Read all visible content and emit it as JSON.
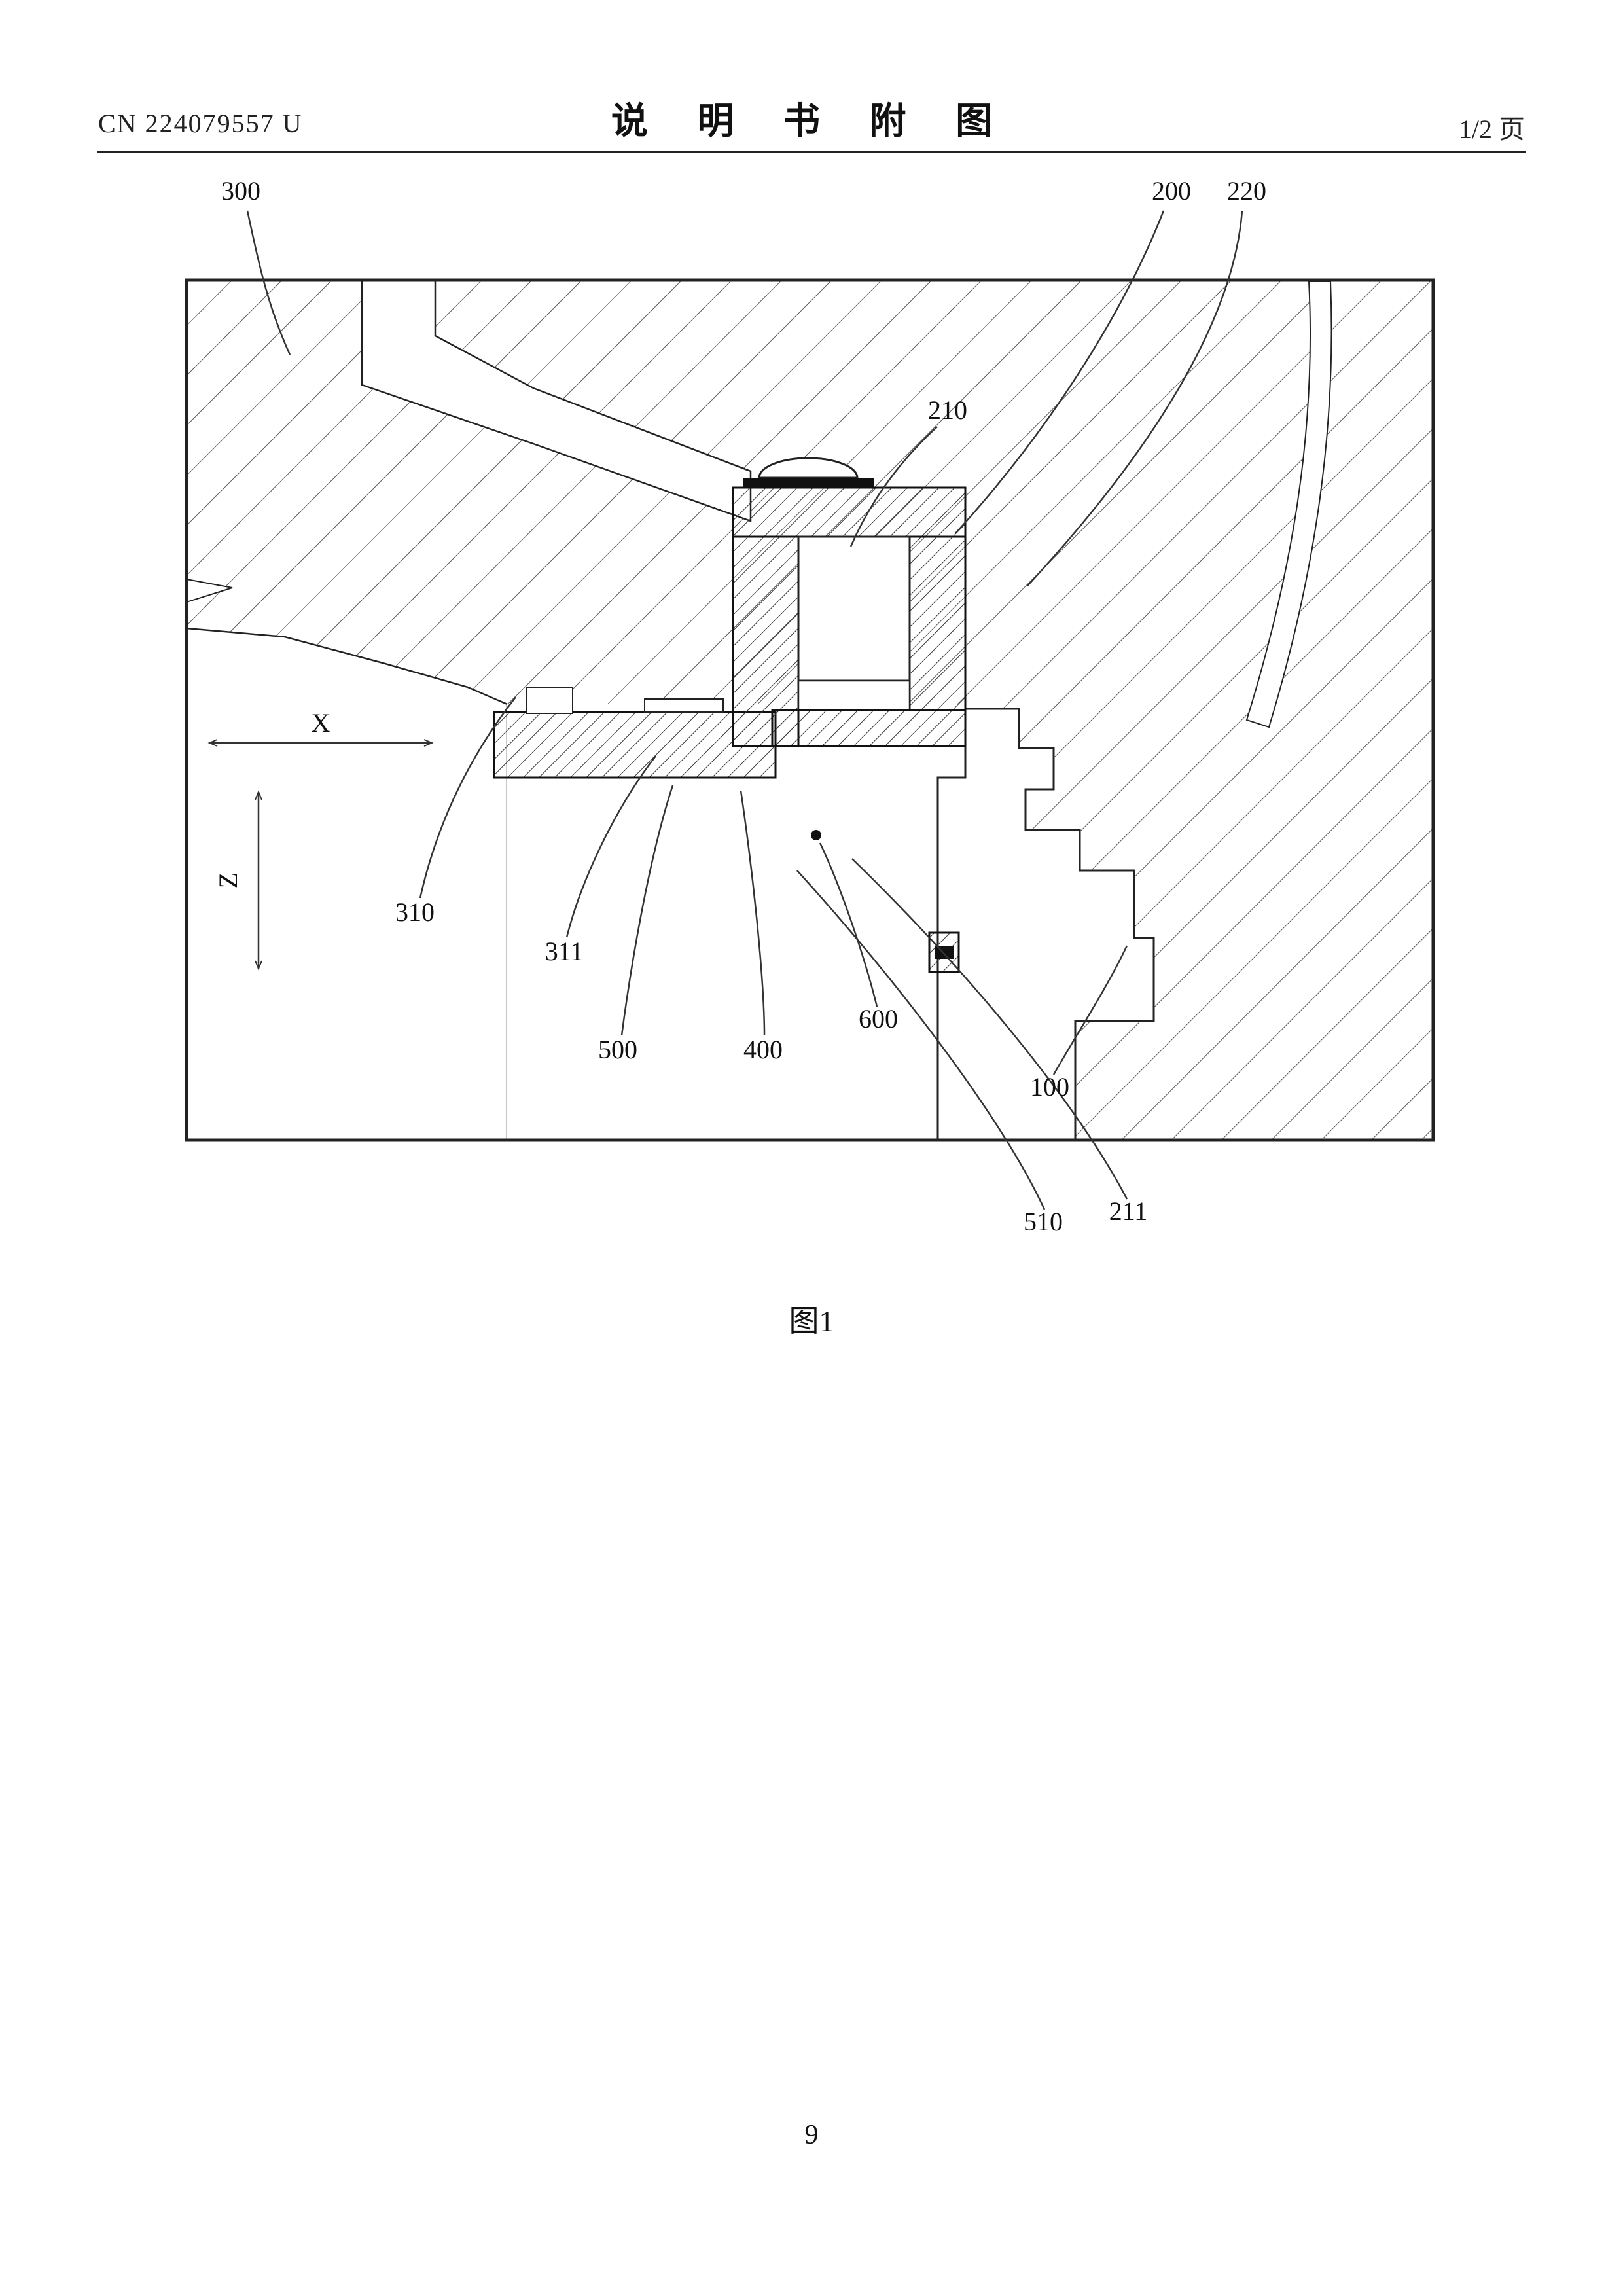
{
  "page": {
    "header": {
      "doc_number": "CN 224079557 U",
      "title": "说 明 书 附 图",
      "page_indicator": "1/2 页"
    },
    "figure_caption": "图1",
    "page_number": "9"
  },
  "figure": {
    "reference_labels": {
      "r300": "300",
      "r200": "200",
      "r220": "220",
      "r210": "210",
      "r310": "310",
      "r311": "311",
      "r500": "500",
      "r400": "400",
      "r600": "600",
      "r100": "100",
      "r510": "510",
      "r211": "211"
    },
    "axes": {
      "x": "X",
      "z": "Z"
    },
    "line_color": "#333333",
    "frame_color": "#222222"
  }
}
